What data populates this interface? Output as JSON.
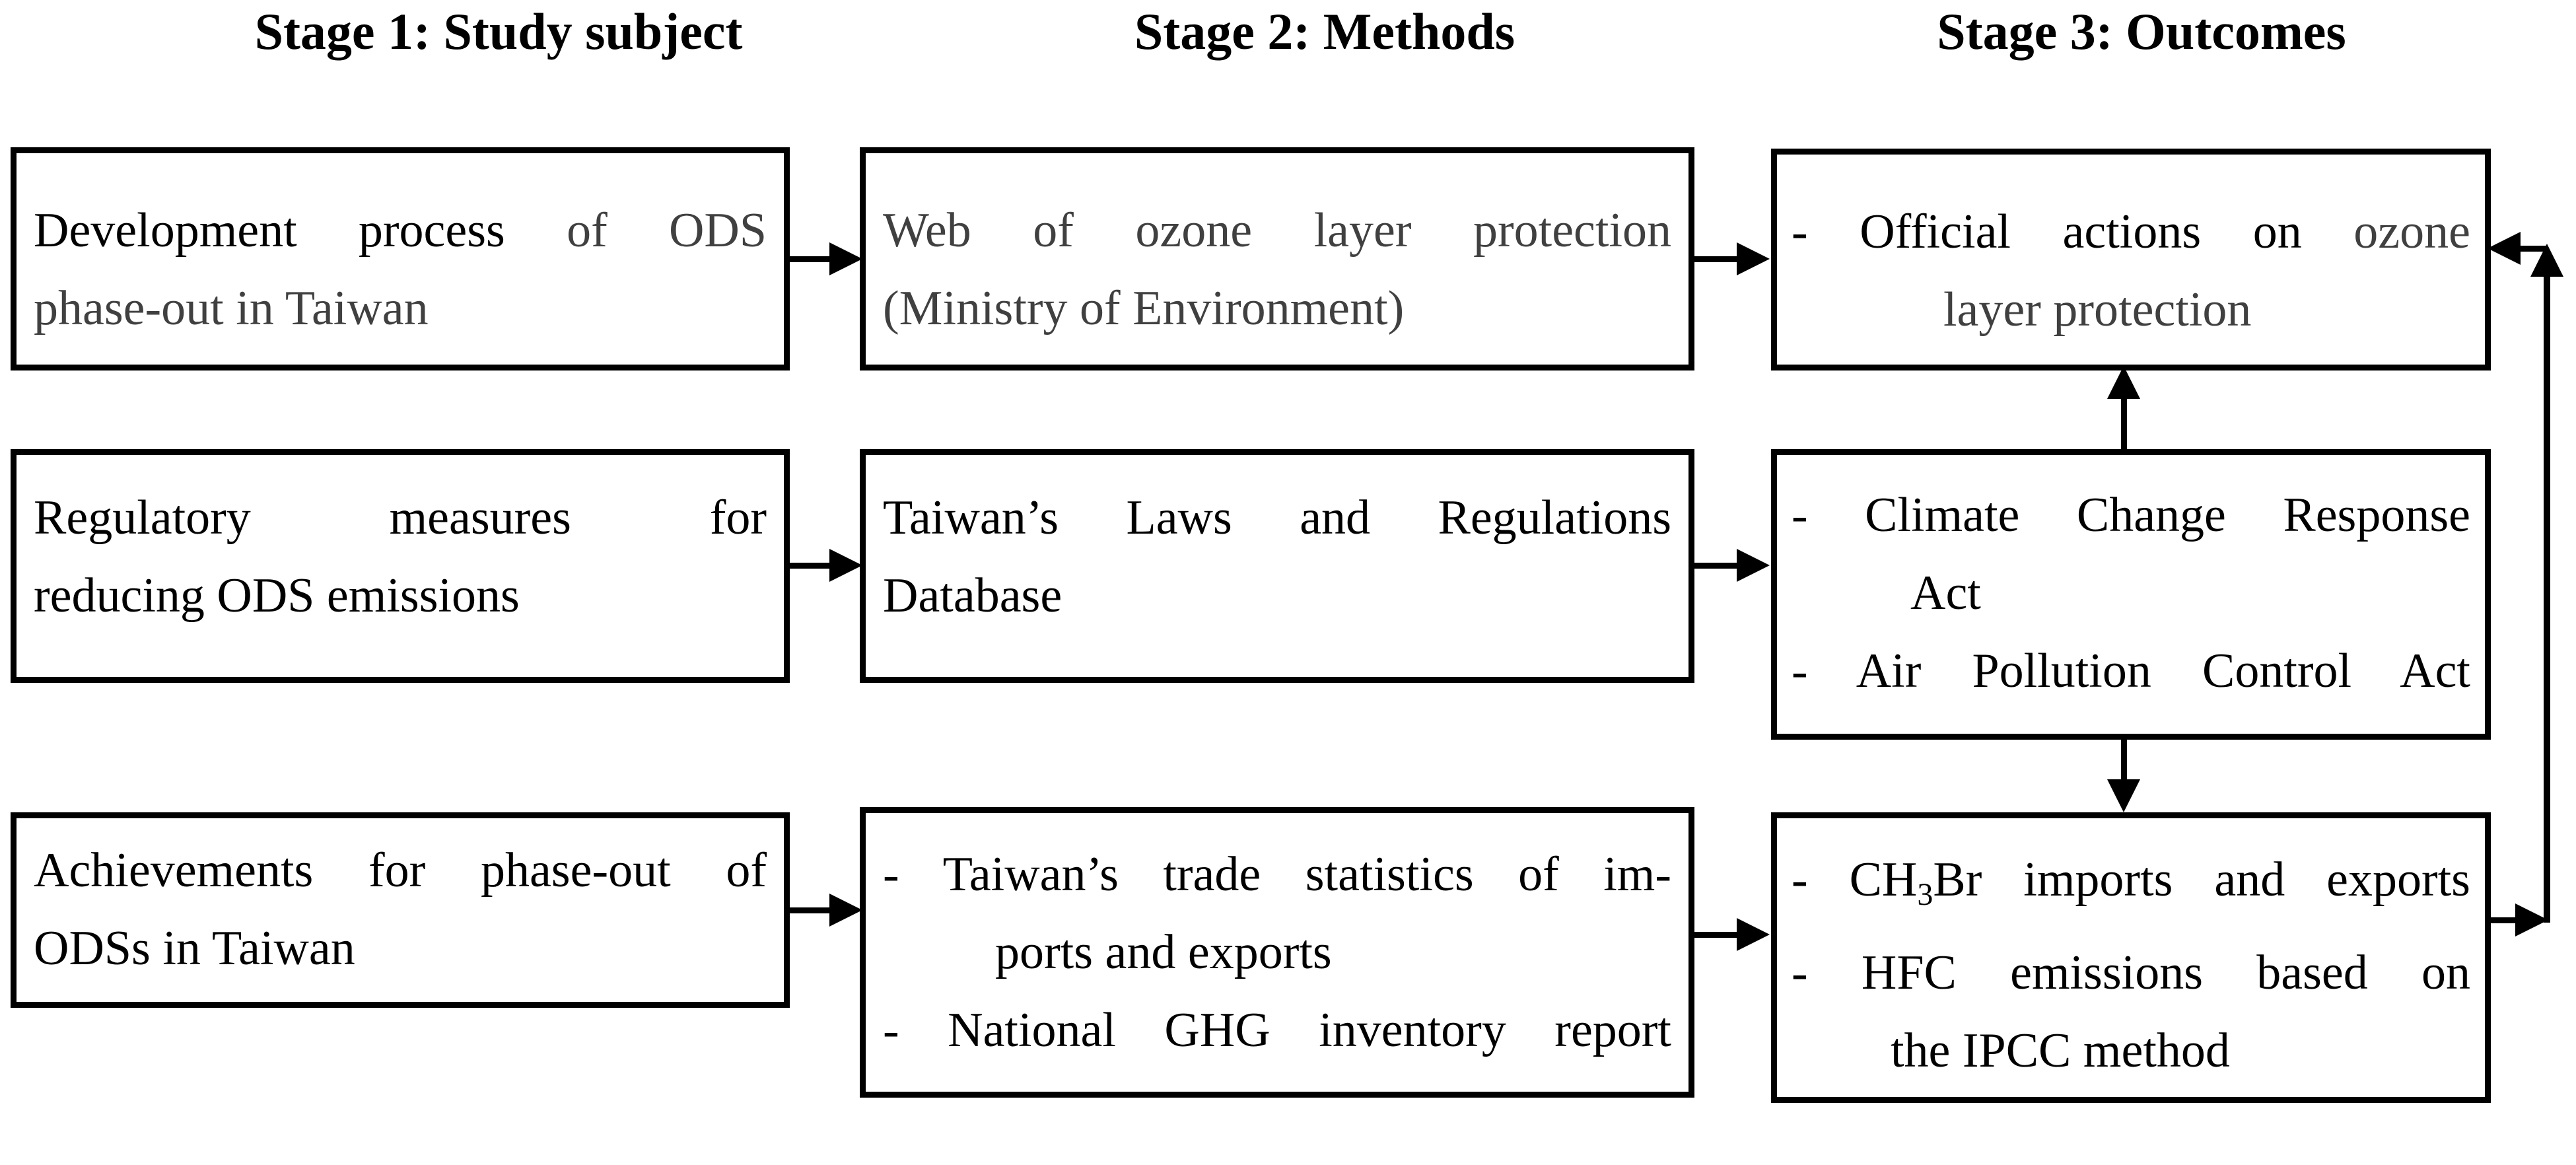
{
  "headers": {
    "stage1": "Stage 1: Study subject",
    "stage2": "Stage 2: Methods",
    "stage3": "Stage 3: Outcomes"
  },
  "colors": {
    "text_black": "#000000",
    "text_gray": "#404040",
    "box_border": "#000000",
    "background": "#ffffff"
  },
  "boxes": {
    "study_subject_1": {
      "line1_black": "Development process",
      "line1_gray": "of ODS",
      "line2": "phase-out in Taiwan"
    },
    "methods_1": {
      "line1": "Web of ozone layer protection",
      "line2": "(Ministry of Environment)"
    },
    "outcomes_1": {
      "line1_black": "- Official actions on",
      "line1_gray": "ozone",
      "line2": "layer protection"
    },
    "study_subject_2": {
      "line1": "Regulatory measures for",
      "line2": "reducing ODS emissions"
    },
    "methods_2": {
      "line1": "Taiwan’s Laws and Regulations",
      "line2": "Database"
    },
    "outcomes_2": {
      "line1": "- Climate Change Response",
      "line2": "Act",
      "line3": "- Air Pollution Control Act"
    },
    "study_subject_3": {
      "line1": "Achievements for phase-out of",
      "line2": "ODSs in Taiwan"
    },
    "methods_3": {
      "line1": "- Taiwan’s trade statistics of im-",
      "line2": "ports and exports",
      "line3": "- National GHG inventory report"
    },
    "outcomes_3": {
      "line1_pre": "- CH",
      "line1_sub": "3",
      "line1_post": "Br imports and exports",
      "line2": "- HFC emissions based on",
      "line3": "the IPCC method"
    }
  }
}
